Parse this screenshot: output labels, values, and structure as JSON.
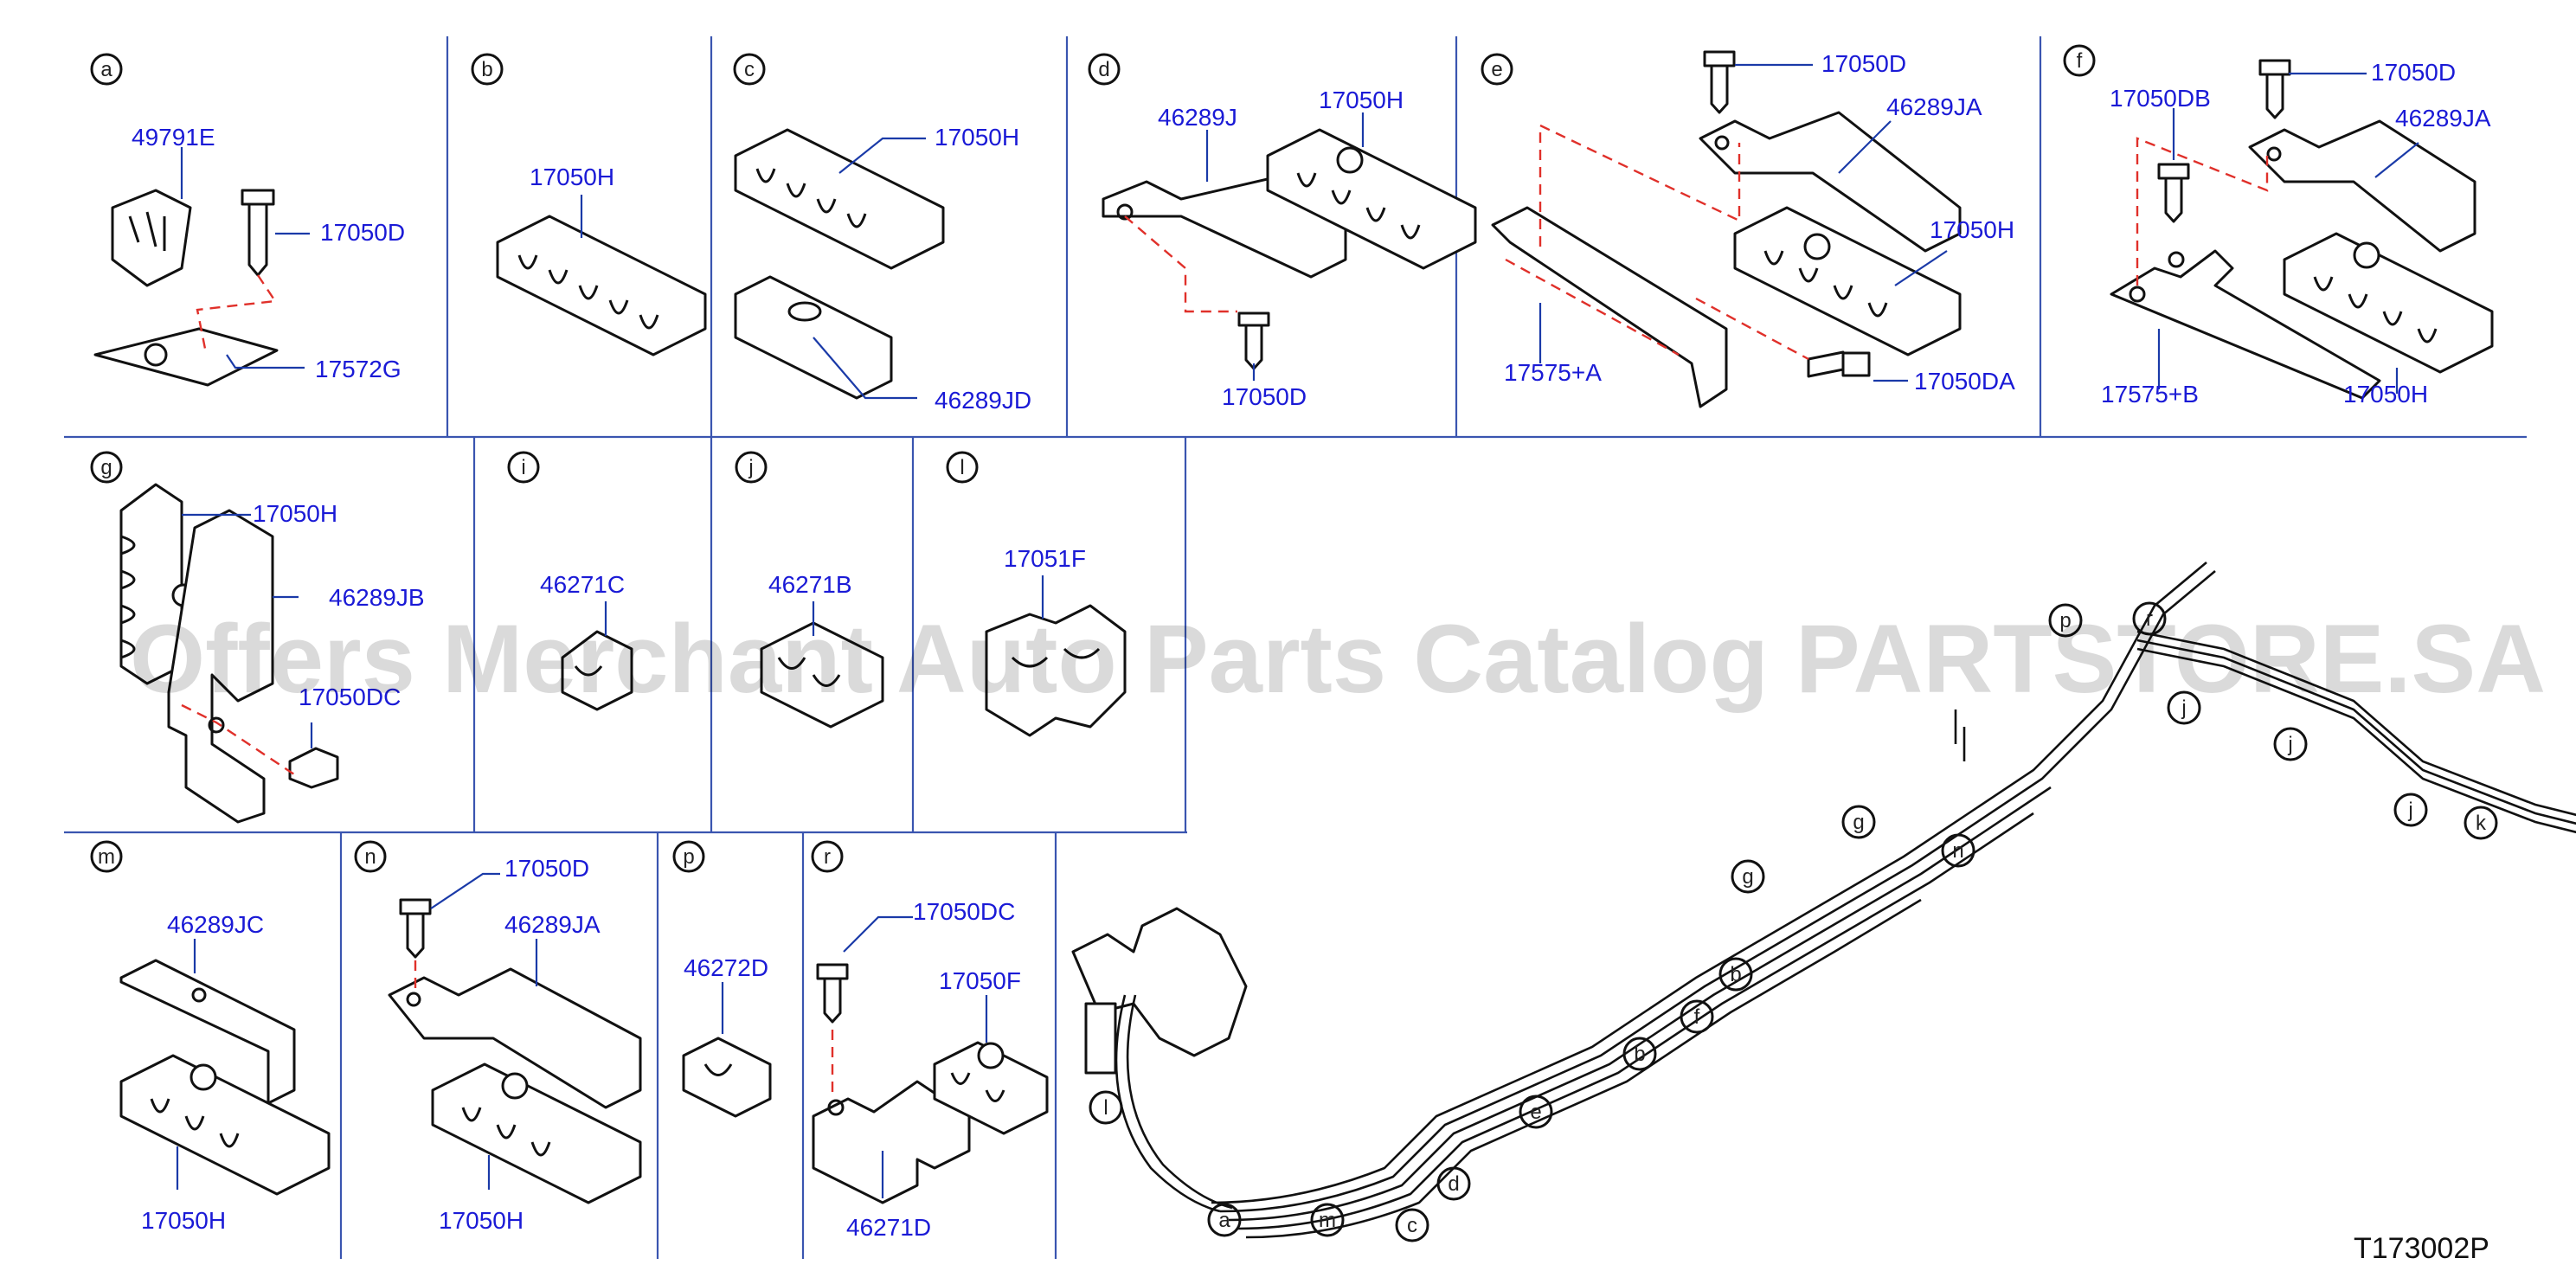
{
  "drawing_code": "T173002P",
  "watermark": "Offers Merchant Auto Parts Catalog PARTSTORE.SA",
  "panels": [
    {
      "id": "a",
      "parts": [
        "49791E",
        "17050D",
        "17572G"
      ]
    },
    {
      "id": "b",
      "parts": [
        "17050H"
      ]
    },
    {
      "id": "c",
      "parts": [
        "17050H",
        "46289JD"
      ]
    },
    {
      "id": "d",
      "parts": [
        "46289J",
        "17050H",
        "17050D"
      ]
    },
    {
      "id": "e",
      "parts": [
        "17050D",
        "46289JA",
        "17050H",
        "17575+A",
        "17050DA"
      ]
    },
    {
      "id": "f",
      "parts": [
        "17050D",
        "17050DB",
        "46289JA",
        "17050H",
        "17575+B"
      ]
    },
    {
      "id": "g",
      "parts": [
        "17050H",
        "46289JB",
        "17050DC"
      ]
    },
    {
      "id": "i",
      "parts": [
        "46271C"
      ]
    },
    {
      "id": "j",
      "parts": [
        "46271B"
      ]
    },
    {
      "id": "l",
      "parts": [
        "17051F"
      ]
    },
    {
      "id": "m",
      "parts": [
        "46289JC",
        "17050H"
      ]
    },
    {
      "id": "n",
      "parts": [
        "17050D",
        "46289JA",
        "17050H"
      ]
    },
    {
      "id": "p",
      "parts": [
        "46272D"
      ]
    },
    {
      "id": "r",
      "parts": [
        "17050DC",
        "17050F",
        "46271D"
      ]
    }
  ],
  "overview_callouts": [
    "a",
    "m",
    "c",
    "d",
    "l",
    "e",
    "b",
    "f",
    "b",
    "g",
    "g",
    "n",
    "p",
    "r",
    "j",
    "j",
    "j",
    "k"
  ]
}
